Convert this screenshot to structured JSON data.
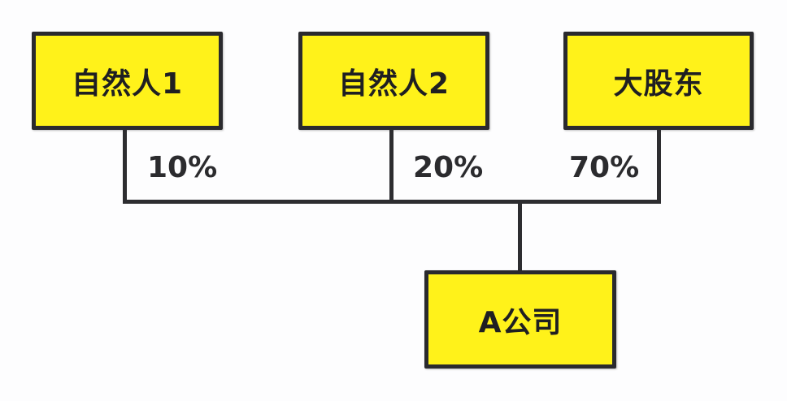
{
  "diagram": {
    "type": "ownership-structure",
    "colors": {
      "node_fill": "#fff21a",
      "node_border": "#2a2a2e",
      "line": "#2d2d30",
      "text": "#1f1f22",
      "background": "#fdfdfe"
    },
    "shareholders": [
      {
        "label": "自然人1",
        "share": "10%"
      },
      {
        "label": "自然人2",
        "share": "20%"
      },
      {
        "label": "大股东",
        "share": "70%"
      }
    ],
    "company": {
      "label": "A公司"
    }
  }
}
